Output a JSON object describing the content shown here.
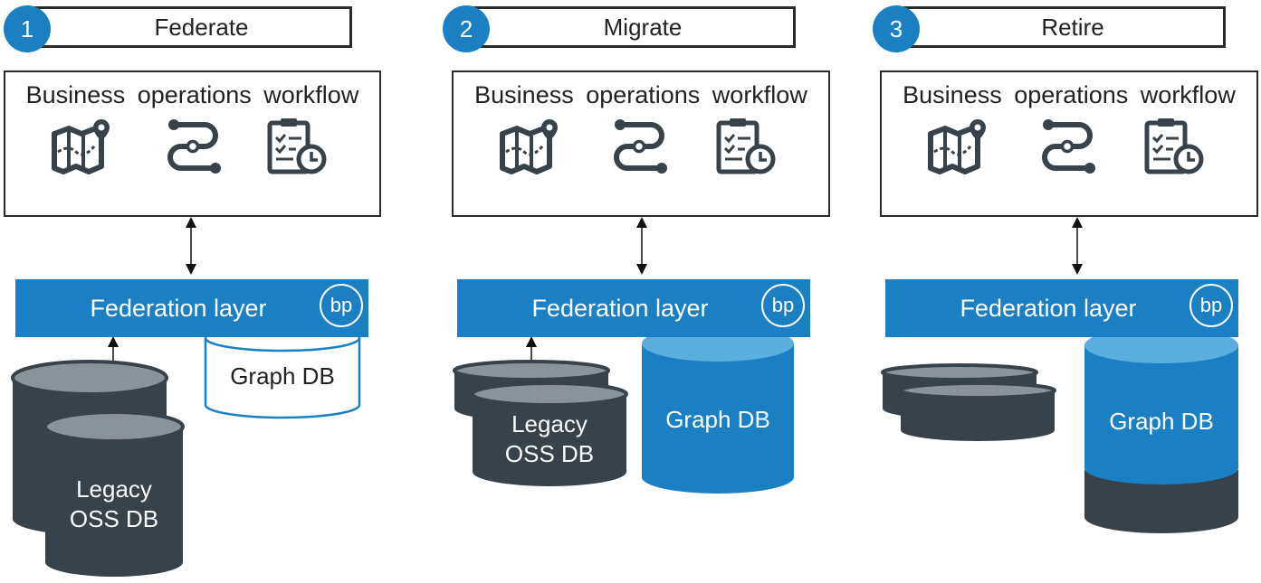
{
  "steps": [
    {
      "number": "1",
      "name": "Federate",
      "workflow_title": "Business operations workflow",
      "icons": [
        "map-route-icon",
        "route-flow-icon",
        "schedule-checklist-icon"
      ],
      "federation_label": "Federation layer",
      "bp_label": "bp",
      "legacy_db": "Legacy OSS DB",
      "legacy_line1": "Legacy",
      "legacy_line2": "OSS DB",
      "graph_db": "Graph DB"
    },
    {
      "number": "2",
      "name": "Migrate",
      "workflow_title": "Business operations workflow",
      "icons": [
        "map-route-icon",
        "route-flow-icon",
        "schedule-checklist-icon"
      ],
      "federation_label": "Federation layer",
      "bp_label": "bp",
      "legacy_db": "Legacy OSS DB",
      "legacy_line1": "Legacy",
      "legacy_line2": "OSS DB",
      "graph_db": "Graph DB"
    },
    {
      "number": "3",
      "name": "Retire",
      "workflow_title": "Business operations workflow",
      "icons": [
        "map-route-icon",
        "route-flow-icon",
        "schedule-checklist-icon"
      ],
      "federation_label": "Federation layer",
      "bp_label": "bp",
      "graph_db": "Graph DB"
    }
  ],
  "colors": {
    "accent_blue": "#1a7fc3",
    "light_blue_top": "#5aafdf",
    "dark_slate": "#37424a",
    "gray_top": "#8a9399",
    "outline": "#2a2a2a"
  }
}
